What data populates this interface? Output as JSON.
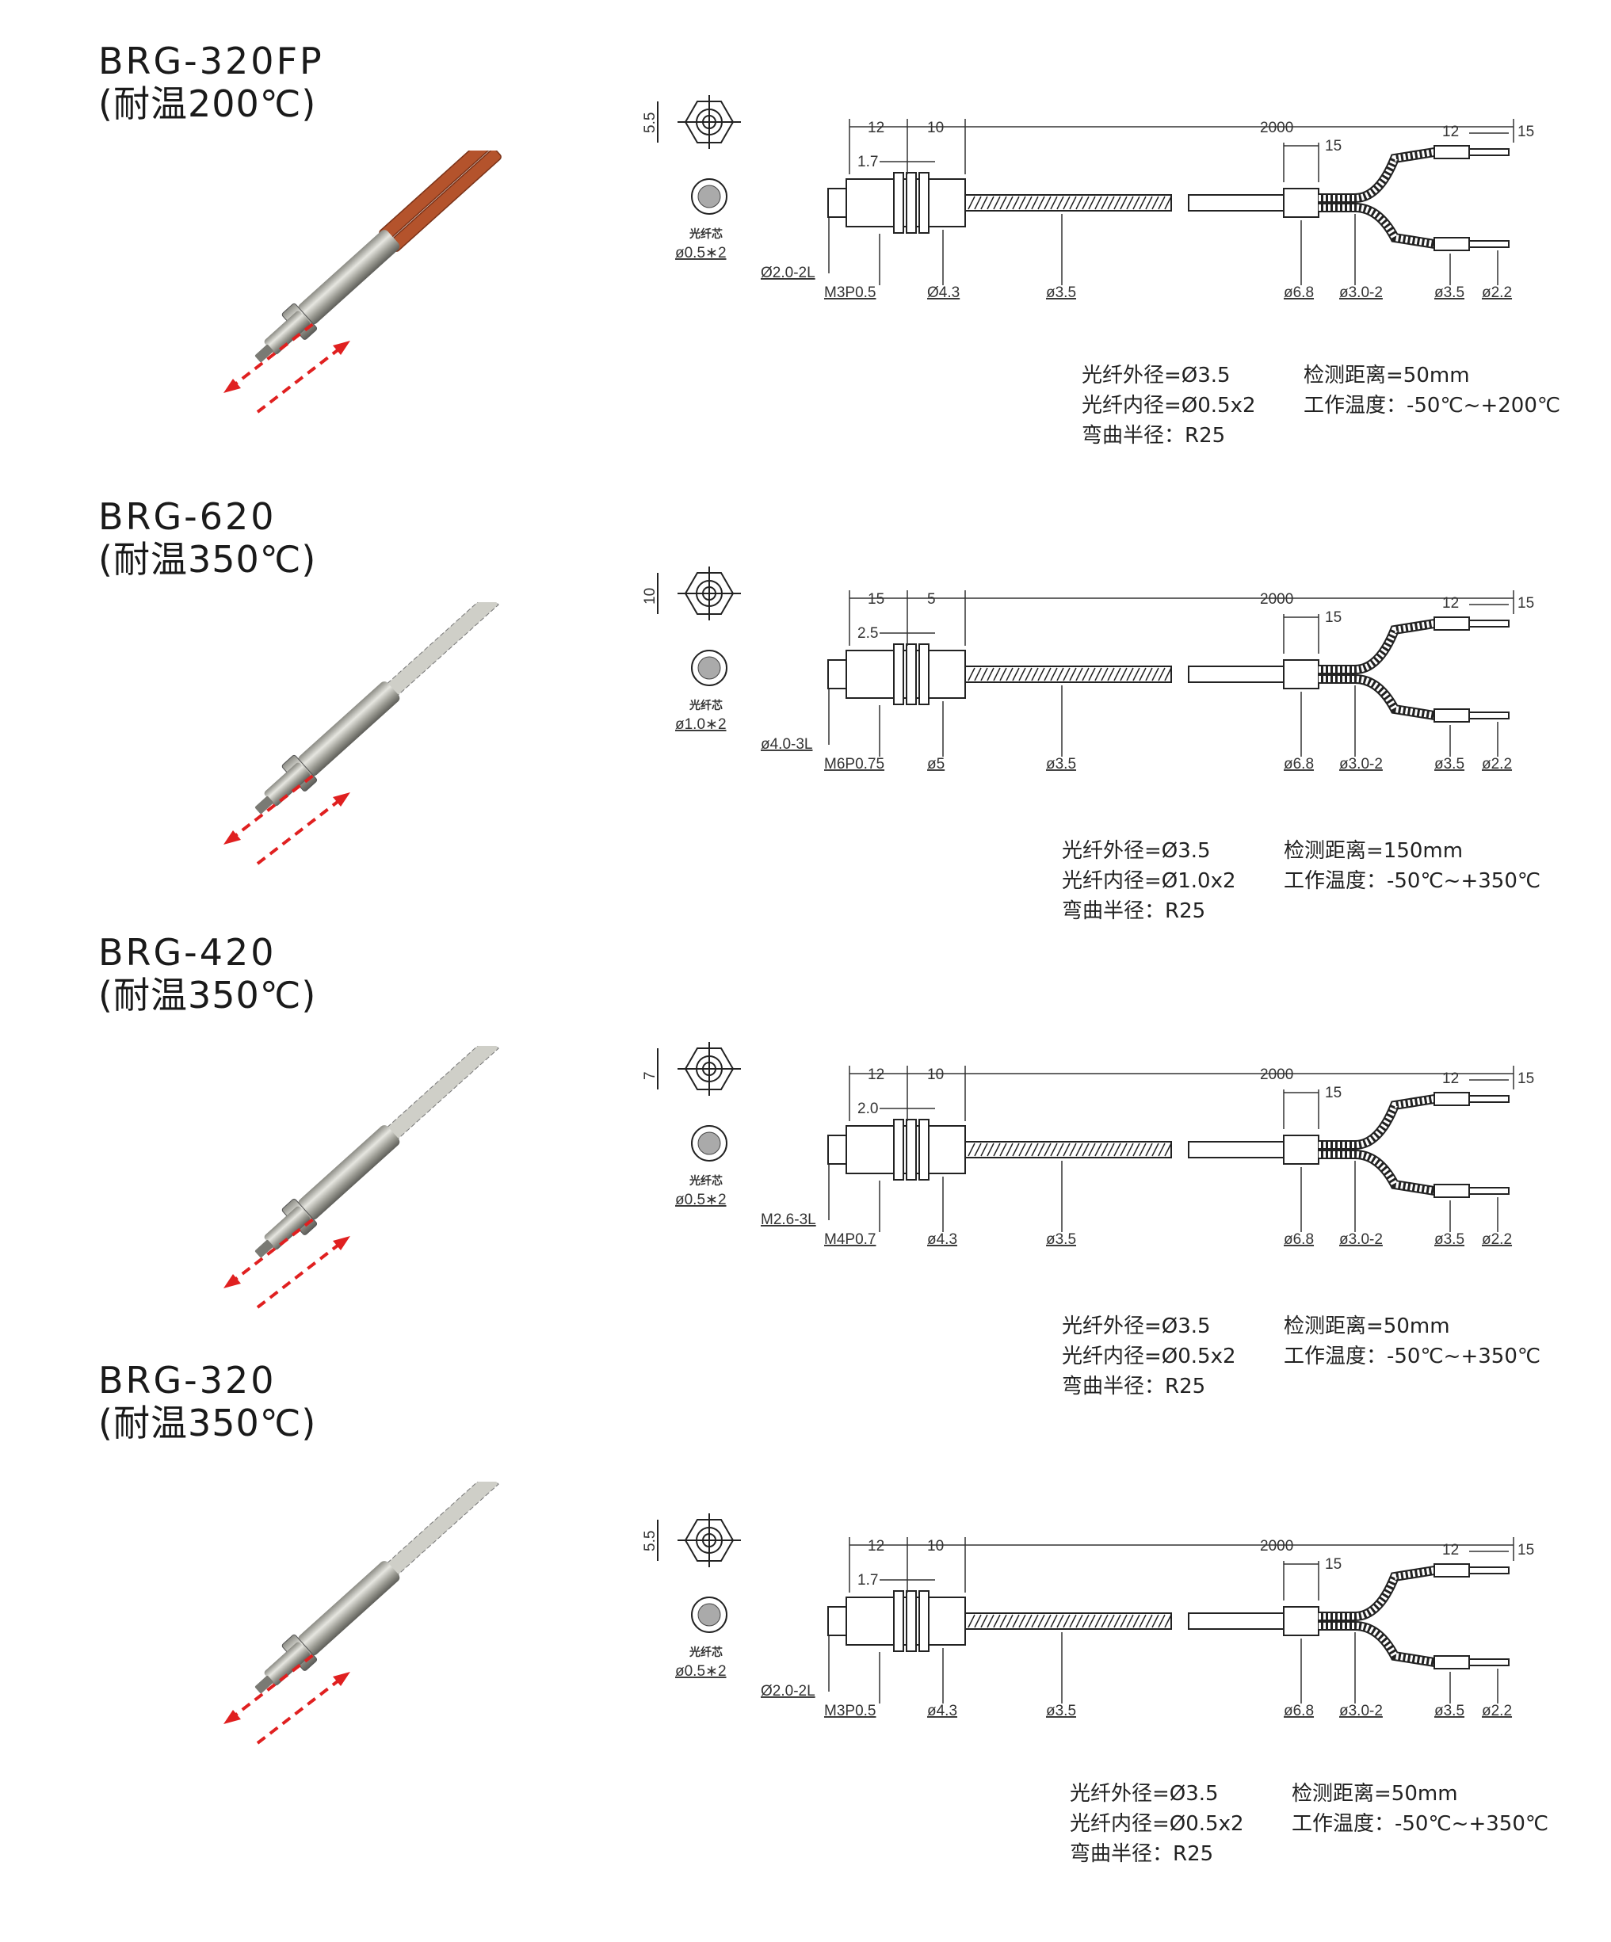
{
  "products": [
    {
      "model": "BRG-320FP",
      "temp_rating": "(耐温200℃)",
      "cable_color": "copper",
      "hex_size": "5.5",
      "core_label": "光纤芯",
      "core_spec": "ø0.5∗2",
      "body_len": "12",
      "nut_len": "10",
      "nut_gap": "1.7",
      "tip_spec": "Ø2.0-2L",
      "thread": "M3P0.5",
      "body_dia": "Ø4.3",
      "fiber_dia": "ø3.5",
      "length": "2000",
      "sleeve_len": "15",
      "branch_len": "12",
      "end_len": "15",
      "sleeve_dia": "ø6.8",
      "branch_dia": "ø3.0-2",
      "end_dia1": "ø3.5",
      "end_dia2": "ø2.2",
      "spec_left": [
        "光纤外径=Ø3.5",
        "光纤内径=Ø0.5x2",
        "弯曲半径：R25"
      ],
      "spec_right": [
        "检测距离=50mm",
        "工作温度：-50℃~+200℃"
      ]
    },
    {
      "model": "BRG-620",
      "temp_rating": "(耐温350℃)",
      "cable_color": "steel",
      "hex_size": "10",
      "core_label": "光纤芯",
      "core_spec": "ø1.0∗2",
      "body_len": "15",
      "nut_len": "5",
      "nut_gap": "2.5",
      "tip_spec": "ø4.0-3L",
      "thread": "M6P0.75",
      "body_dia": "ø5",
      "fiber_dia": "ø3.5",
      "length": "2000",
      "sleeve_len": "15",
      "branch_len": "12",
      "end_len": "15",
      "sleeve_dia": "ø6.8",
      "branch_dia": "ø3.0-2",
      "end_dia1": "ø3.5",
      "end_dia2": "ø2.2",
      "spec_left": [
        "光纤外径=Ø3.5",
        "光纤内径=Ø1.0x2",
        "弯曲半径：R25"
      ],
      "spec_right": [
        "检测距离=150mm",
        "工作温度：-50℃~+350℃"
      ]
    },
    {
      "model": "BRG-420",
      "temp_rating": "(耐温350℃)",
      "cable_color": "steel",
      "hex_size": "7",
      "core_label": "光纤芯",
      "core_spec": "ø0.5∗2",
      "body_len": "12",
      "nut_len": "10",
      "nut_gap": "2.0",
      "tip_spec": "M2.6-3L",
      "thread": "M4P0.7",
      "body_dia": "ø4.3",
      "fiber_dia": "ø3.5",
      "length": "2000",
      "sleeve_len": "15",
      "branch_len": "12",
      "end_len": "15",
      "sleeve_dia": "ø6.8",
      "branch_dia": "ø3.0-2",
      "end_dia1": "ø3.5",
      "end_dia2": "ø2.2",
      "spec_left": [
        "光纤外径=Ø3.5",
        "光纤内径=Ø0.5x2",
        "弯曲半径：R25"
      ],
      "spec_right": [
        "检测距离=50mm",
        "工作温度：-50℃~+350℃"
      ]
    },
    {
      "model": "BRG-320",
      "temp_rating": "(耐温350℃)",
      "cable_color": "steel",
      "hex_size": "5.5",
      "core_label": "光纤芯",
      "core_spec": "ø0.5∗2",
      "body_len": "12",
      "nut_len": "10",
      "nut_gap": "1.7",
      "tip_spec": "Ø2.0-2L",
      "thread": "M3P0.5",
      "body_dia": "ø4.3",
      "fiber_dia": "ø3.5",
      "length": "2000",
      "sleeve_len": "15",
      "branch_len": "12",
      "end_len": "15",
      "sleeve_dia": "ø6.8",
      "branch_dia": "ø3.0-2",
      "end_dia1": "ø3.5",
      "end_dia2": "ø2.2",
      "spec_left": [
        "光纤外径=Ø3.5",
        "光纤内径=Ø0.5x2",
        "弯曲半径：R25"
      ],
      "spec_right": [
        "检测距离=50mm",
        "工作温度：-50℃~+350℃"
      ]
    }
  ]
}
